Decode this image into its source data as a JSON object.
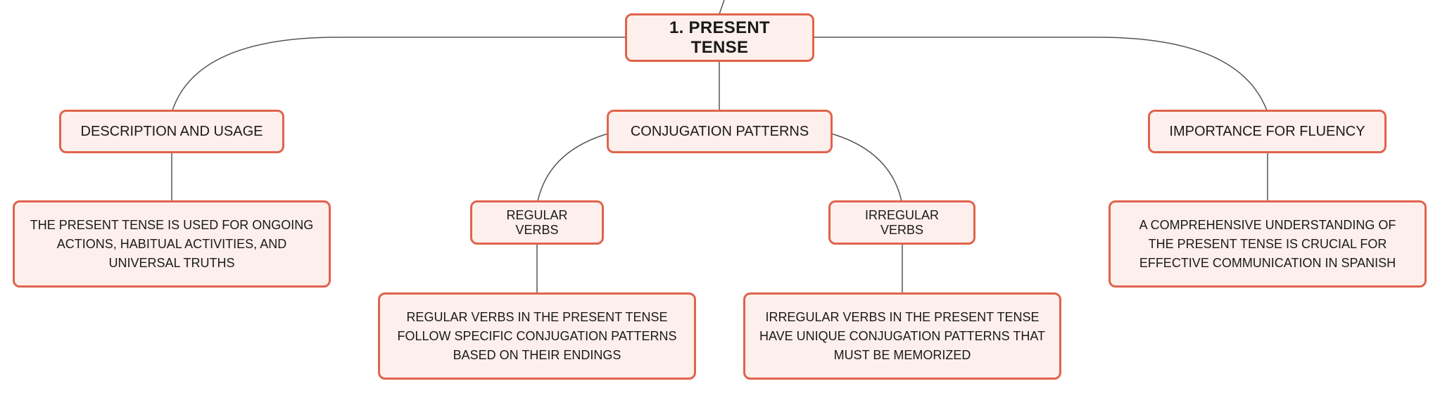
{
  "colors": {
    "node_fill": "#fdefeb",
    "node_border": "#e0634d",
    "connector": "#555555"
  },
  "root": {
    "label": "1. PRESENT TENSE"
  },
  "description": {
    "label": "DESCRIPTION AND USAGE",
    "detail": "THE PRESENT TENSE IS USED FOR ONGOING ACTIONS, HABITUAL ACTIVITIES, AND UNIVERSAL TRUTHS"
  },
  "conjugation": {
    "label": "CONJUGATION PATTERNS",
    "regular": {
      "label": "REGULAR VERBS",
      "detail": "REGULAR VERBS IN THE PRESENT TENSE FOLLOW SPECIFIC CONJUGATION PATTERNS BASED ON THEIR ENDINGS"
    },
    "irregular": {
      "label": "IRREGULAR VERBS",
      "detail": "IRREGULAR VERBS IN THE PRESENT TENSE HAVE UNIQUE CONJUGATION PATTERNS THAT MUST BE MEMORIZED"
    }
  },
  "importance": {
    "label": "IMPORTANCE FOR FLUENCY",
    "detail": "A COMPREHENSIVE UNDERSTANDING OF THE PRESENT TENSE IS CRUCIAL FOR EFFECTIVE COMMUNICATION IN SPANISH"
  }
}
